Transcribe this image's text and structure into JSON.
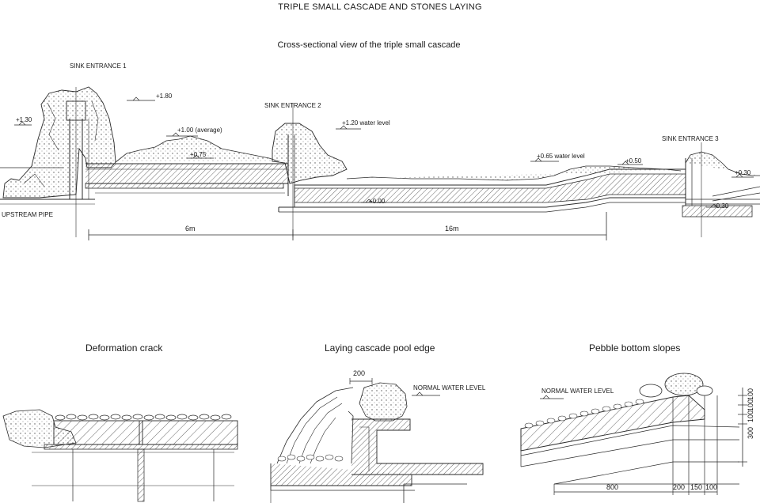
{
  "title": "TRIPLE SMALL CASCADE AND STONES LAYING",
  "section": {
    "subtitle": "Cross-sectional view of the triple small cascade",
    "sink1": "SINK ENTRANCE 1",
    "sink2": "SINK ENTRANCE 2",
    "sink3": "SINK ENTRANCE 3",
    "upstream": "UPSTREAM PIPE",
    "elevations": {
      "e130": "+1.30",
      "e180": "+1.80",
      "e100": "+1.00 (average)",
      "e075": "+0.75",
      "e120": "+1.20 water level",
      "e000": "+0.00",
      "e065": "+0.65 water level",
      "e050": "+0.50",
      "e030p": "+0.30",
      "e030m": "-0.30"
    },
    "dim_6m": "6m",
    "dim_16m": "16m"
  },
  "details": {
    "crack_title": "Deformation crack",
    "edge_title": "Laying cascade pool edge",
    "edge_nwl": "NORMAL WATER LEVEL",
    "edge_dim": "200",
    "slope_title": "Pebble bottom slopes",
    "slope_nwl": "NORMAL WATER LEVEL",
    "slope_dims": {
      "d800": "800",
      "d200": "200",
      "d150": "150",
      "d100": "100",
      "v300": "300",
      "v100a": "100",
      "v100b": "100",
      "v100c": "100"
    }
  },
  "colors": {
    "line": "#2a2a2a",
    "paper": "#ffffff"
  }
}
